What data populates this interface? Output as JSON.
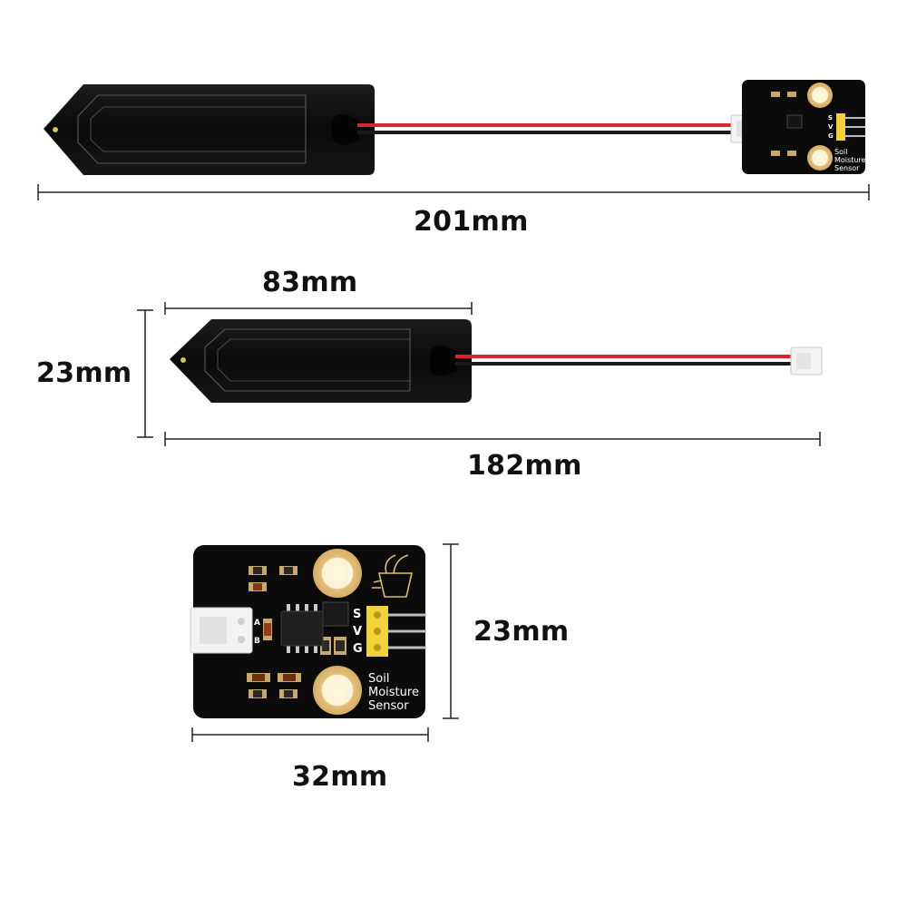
{
  "dimensions": {
    "overall_length": "201mm",
    "probe_length": "83mm",
    "probe_width": "23mm",
    "cable_length": "182mm",
    "module_height": "23mm",
    "module_width": "32mm"
  },
  "module": {
    "label_line1": "Soil",
    "label_line2": "Moisture",
    "label_line3": "Sensor",
    "pin_s": "S",
    "pin_v": "V",
    "pin_g": "G",
    "pad_a": "A",
    "pad_b": "B"
  },
  "colors": {
    "pcb": "#0b0b0b",
    "wire_red": "#d9262b",
    "wire_black": "#1a1a1a",
    "gold_pad": "#e9c98a",
    "header_yellow": "#f2d23a",
    "connector_white": "#f3f3f3"
  }
}
